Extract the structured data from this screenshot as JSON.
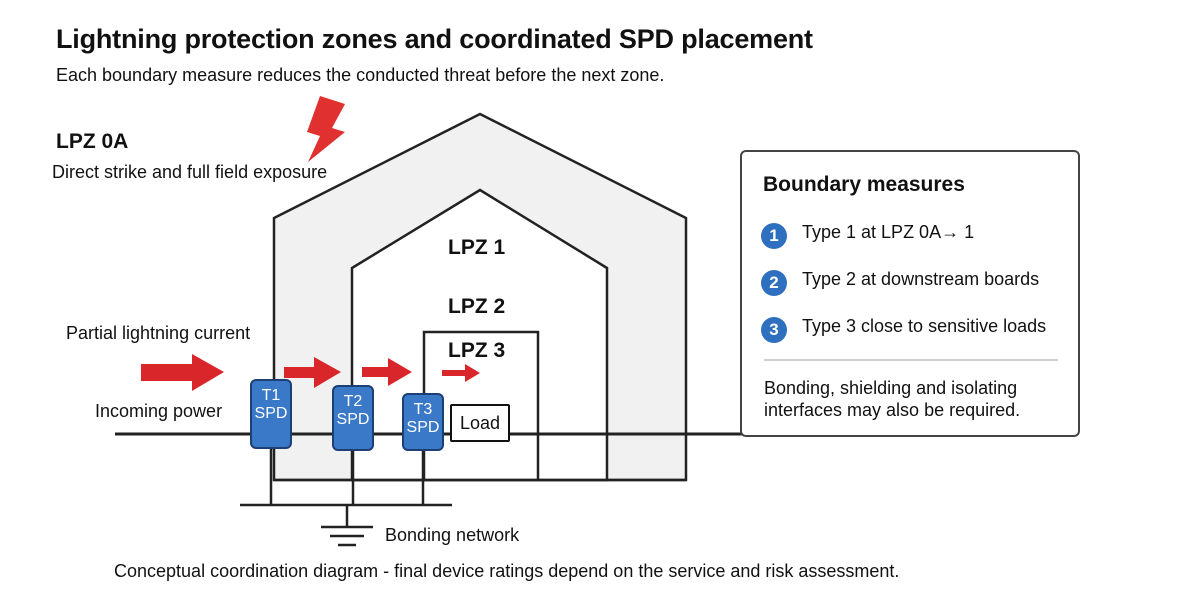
{
  "title": "Lightning protection zones and coordinated SPD placement",
  "subtitle": "Each boundary measure reduces the conducted threat before the next zone.",
  "zones": {
    "lpz0a": {
      "label": "LPZ 0A",
      "description": "Direct strike and full field exposure"
    },
    "lpz1": {
      "label": "LPZ 1"
    },
    "lpz2": {
      "label": "LPZ 2"
    },
    "lpz3": {
      "label": "LPZ 3"
    }
  },
  "labels": {
    "partial_current": "Partial lightning current",
    "incoming_power": "Incoming power",
    "bonding_network": "Bonding network",
    "load": "Load"
  },
  "spds": [
    {
      "type": "T1",
      "label": "SPD"
    },
    {
      "type": "T2",
      "label": "SPD"
    },
    {
      "type": "T3",
      "label": "SPD"
    }
  ],
  "panel": {
    "title": "Boundary measures",
    "measures": [
      {
        "num": "1",
        "text": "Type 1 at LPZ 0A→ 1"
      },
      {
        "num": "2",
        "text": "Type 2 at downstream boards"
      },
      {
        "num": "3",
        "text": "Type 3 close to sensitive loads"
      }
    ],
    "note_line1": "Bonding, shielding and isolating",
    "note_line2": "interfaces may also be required."
  },
  "footnote": "Conceptual coordination diagram - final device ratings depend on the service and risk assessment.",
  "colors": {
    "arrow": "#d9262a",
    "lightning": "#e03030",
    "spd_fill": "#3a78c8",
    "badge": "#2f6fc0",
    "zone_fill": "#f1f1f1",
    "zone_stroke": "#222222"
  },
  "icons": {
    "lightning": "lightning-bolt-icon",
    "ground": "ground-symbol-icon"
  }
}
